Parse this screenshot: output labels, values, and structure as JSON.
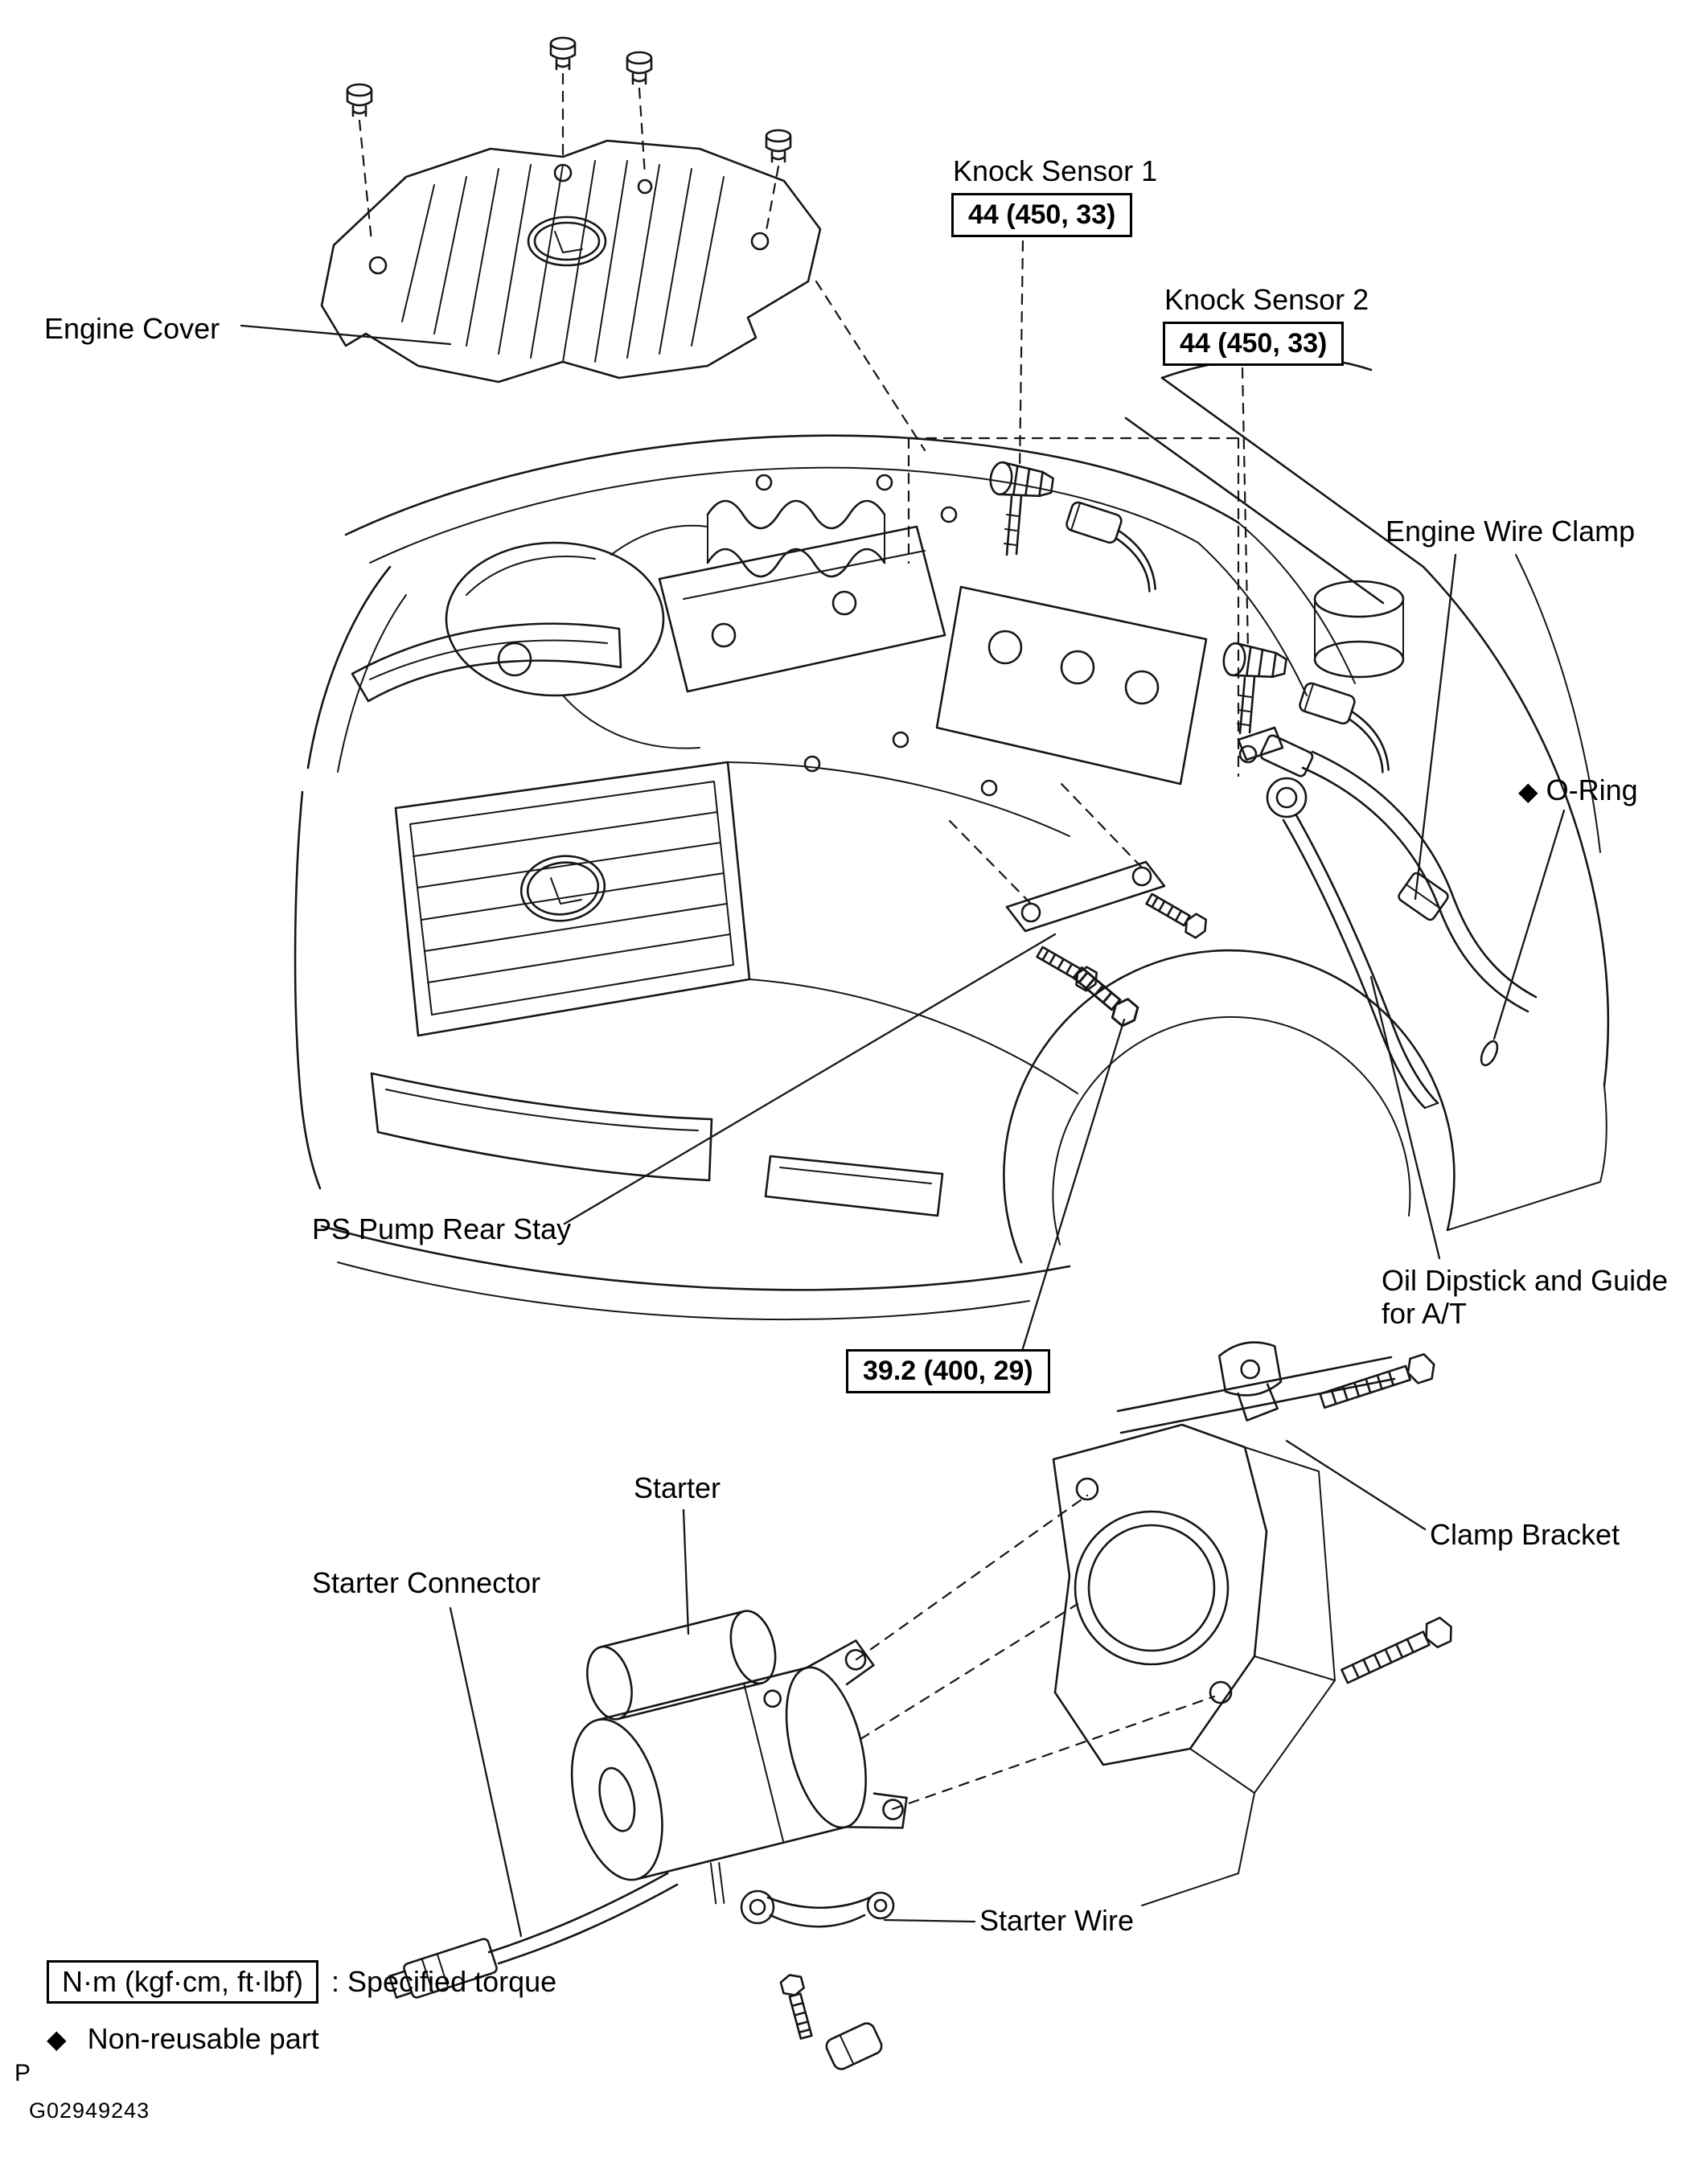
{
  "figure": {
    "id": "G02949243",
    "page_marker": "P"
  },
  "callouts": {
    "engine_cover": {
      "label": "Engine Cover"
    },
    "knock_sensor_1": {
      "label": "Knock Sensor 1",
      "torque": "44 (450, 33)"
    },
    "knock_sensor_2": {
      "label": "Knock Sensor 2",
      "torque": "44 (450, 33)"
    },
    "engine_wire_clamp": {
      "label": "Engine Wire Clamp"
    },
    "o_ring": {
      "marker": "◆",
      "label": "O-Ring"
    },
    "ps_pump_rear_stay": {
      "label": "PS Pump Rear Stay"
    },
    "oil_dipstick": {
      "label_line1": "Oil Dipstick and Guide",
      "label_line2": "for A/T"
    },
    "stay_bolt_torque": {
      "torque": "39.2 (400, 29)"
    },
    "starter": {
      "label": "Starter"
    },
    "starter_connector": {
      "label": "Starter Connector"
    },
    "clamp_bracket": {
      "label": "Clamp Bracket"
    },
    "starter_wire": {
      "label": "Starter Wire"
    }
  },
  "legend": {
    "torque_unit_box": "N·m (kgf·cm, ft·lbf)",
    "torque_description": ": Specified torque",
    "non_reusable_marker": "◆",
    "non_reusable_text": "Non-reusable part"
  }
}
